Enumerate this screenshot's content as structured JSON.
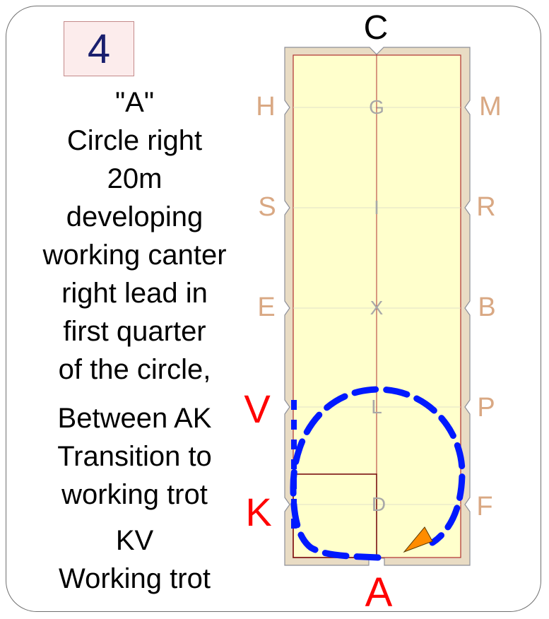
{
  "step": {
    "number": "4"
  },
  "instructions": {
    "block1": [
      "\"A\"",
      "Circle right",
      "20m",
      "developing",
      "working canter",
      "right lead in",
      "first quarter",
      "of the circle,"
    ],
    "block2": [
      "Between AK",
      "Transition to",
      "working trot"
    ],
    "block3": [
      "KV",
      "Working trot"
    ]
  },
  "arena": {
    "top_letter": "C",
    "bottom_letter": "A",
    "left_letters": [
      "H",
      "S",
      "E",
      "V",
      "K"
    ],
    "right_letters": [
      "M",
      "R",
      "B",
      "P",
      "F"
    ],
    "centerline_letters": [
      "G",
      "I",
      "X",
      "L",
      "D"
    ]
  },
  "colors": {
    "arena_fill": "#ffffcc",
    "arena_frame": "#e9dcc4",
    "marker_letter": "#d9a883",
    "highlight_letter": "#ff0000",
    "path": "#0019ff",
    "arrow": "#ff8c00",
    "step_number": "#1a1f6e"
  }
}
